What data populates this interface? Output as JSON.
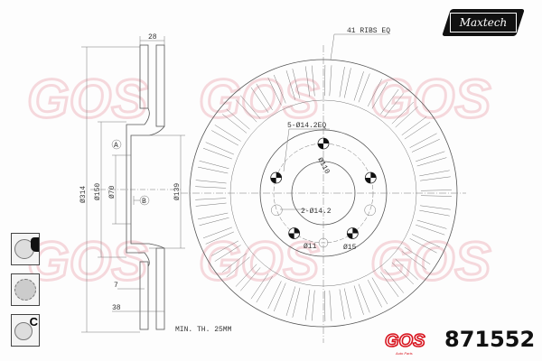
{
  "brand": {
    "logo_text": "Maxtech",
    "gos_logo_text": "GOS",
    "gos_tagline": "Auto Parts"
  },
  "part_number": "871552",
  "side_view": {
    "dims": {
      "width": "28",
      "outer_dia": "Ø314",
      "dia_150": "Ø150",
      "dia_70": "Ø70",
      "dia_139": "Ø139",
      "offset_7": "7",
      "height_38": "38"
    },
    "datum_a": "A",
    "datum_b": "B"
  },
  "front_view": {
    "ribs_label": "41 RIBS EQ",
    "ribs_count": 41,
    "bolt_holes": "5-Ø14.2EQ",
    "pcd": "Ø110",
    "extra_holes": "2-Ø14.2",
    "hole_11": "Ø11",
    "hole_15": "Ø15"
  },
  "min_thickness": "MIN. TH. 25MM",
  "thumbnails": [
    {
      "name": "disc-with-caliper",
      "badge": ""
    },
    {
      "name": "drilled-slotted-disc",
      "badge": ""
    },
    {
      "name": "coated-disc",
      "badge": "C"
    }
  ],
  "colors": {
    "accent_red": "#d8141e",
    "watermark": "#f3c9cf",
    "line": "#555555"
  }
}
